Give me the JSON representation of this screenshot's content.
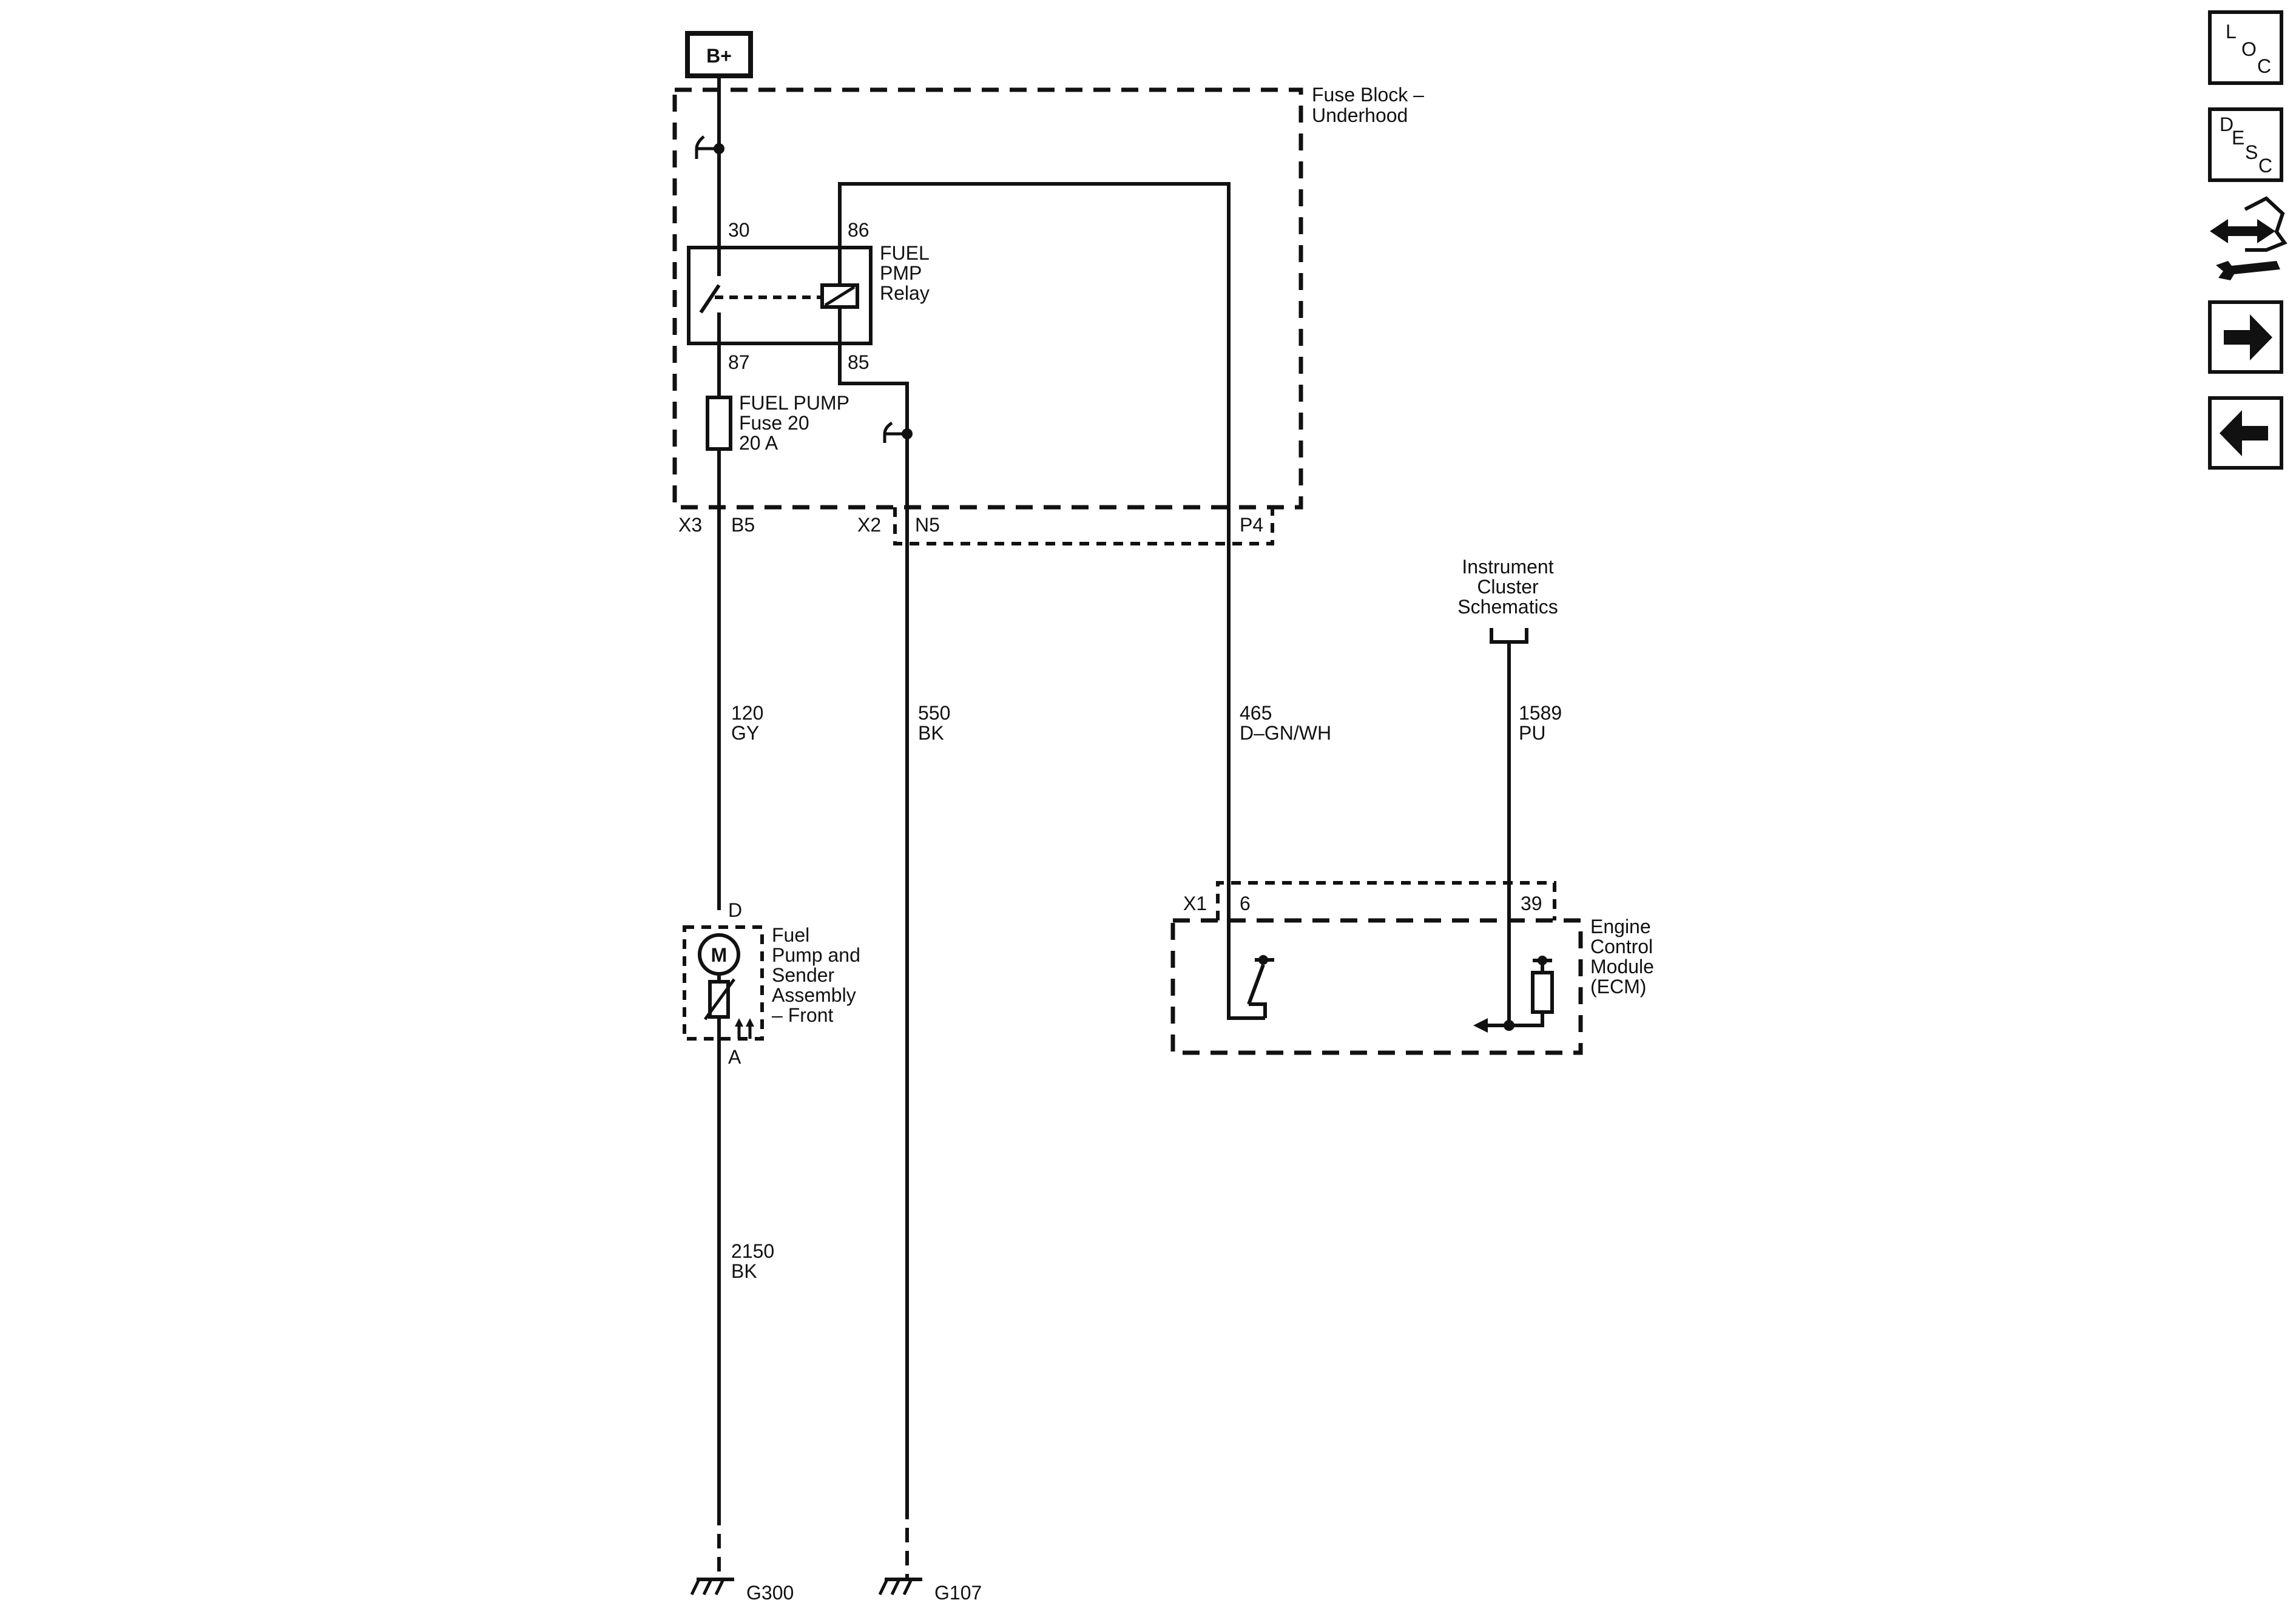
{
  "power": {
    "label": "B+"
  },
  "fuse_block": {
    "title_line1": "Fuse Block –",
    "title_line2": "Underhood"
  },
  "relay": {
    "name_line1": "FUEL",
    "name_line2": "PMP",
    "name_line3": "Relay",
    "pin_30": "30",
    "pin_86": "86",
    "pin_87": "87",
    "pin_85": "85"
  },
  "fuse": {
    "line1": "FUEL PUMP",
    "line2": "Fuse 20",
    "line3": "20 A"
  },
  "connectors": {
    "x3": "X3",
    "b5": "B5",
    "x2": "X2",
    "n5": "N5",
    "p4": "P4",
    "x1": "X1",
    "pin6": "6",
    "pin39": "39"
  },
  "wires": {
    "w120": {
      "circuit": "120",
      "color": "GY"
    },
    "w550": {
      "circuit": "550",
      "color": "BK"
    },
    "w465": {
      "circuit": "465",
      "color": "D–GN/WH"
    },
    "w1589": {
      "circuit": "1589",
      "color": "PU"
    },
    "w2150": {
      "circuit": "2150",
      "color": "BK"
    }
  },
  "instrument_cluster": {
    "line1": "Instrument",
    "line2": "Cluster",
    "line3": "Schematics"
  },
  "fuel_pump": {
    "line1": "Fuel",
    "line2": "Pump and",
    "line3": "Sender",
    "line4": "Assembly",
    "line5": "– Front",
    "pin_d": "D",
    "pin_a": "A",
    "motor": "M"
  },
  "ecm": {
    "line1": "Engine",
    "line2": "Control",
    "line3": "Module",
    "line4": "(ECM)"
  },
  "grounds": {
    "g300": "G300",
    "g107": "G107"
  },
  "nav": {
    "loc": {
      "l": "L",
      "o": "O",
      "c": "C"
    },
    "desc": {
      "d": "D",
      "e": "E",
      "s": "S",
      "c": "C"
    }
  }
}
